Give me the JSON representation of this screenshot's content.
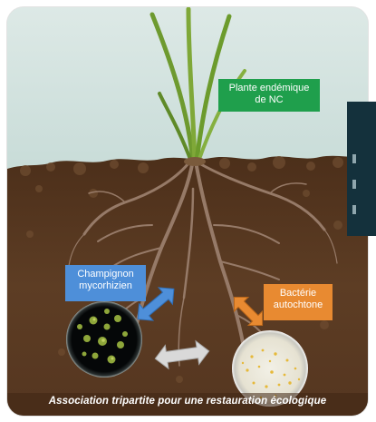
{
  "labels": {
    "plant": "Plante endémique de NC",
    "fungus": "Champignon mycorhizien",
    "bacteria": "Bactérie autochtone"
  },
  "caption": "Association tripartite pour une restauration écologique",
  "colors": {
    "sky": "#cfe0dd",
    "soil": "#5b3b22",
    "plant_label": "#1f9f4c",
    "fungus_label": "#4e8fd9",
    "bacteria_label": "#e88a31",
    "panel": "#14313c"
  },
  "icons": [
    "blue-double-arrow-icon",
    "orange-double-arrow-icon",
    "white-double-arrow-icon"
  ]
}
